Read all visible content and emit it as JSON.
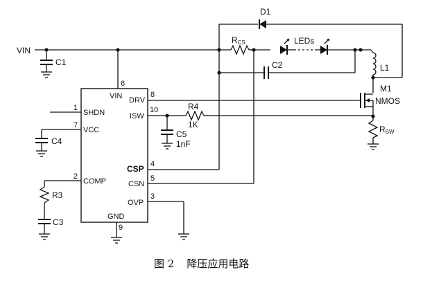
{
  "labels": {
    "vin": "VIN",
    "c1": "C1",
    "c2": "C2",
    "c3": "C3",
    "c4": "C4",
    "c5": "C5",
    "c5_value": "1nF",
    "r3": "R3",
    "r4": "R4",
    "r4_value": "1K",
    "rcs_main": "R",
    "rcs_sub": "CS",
    "rsw_main": "R",
    "rsw_sub": "SW",
    "d1": "D1",
    "leds": "LEDs",
    "l1": "L1",
    "m1": "M1",
    "nmos": "NMOS"
  },
  "ic": {
    "pins": {
      "vin": {
        "number": "6",
        "name": "VIN"
      },
      "shdn": {
        "number": "1",
        "name": "SHDN"
      },
      "vcc": {
        "number": "7",
        "name": "VCC"
      },
      "comp": {
        "number": "2",
        "name": "COMP"
      },
      "gnd": {
        "number": "9",
        "name": "GND"
      },
      "drv": {
        "number": "8",
        "name": "DRV"
      },
      "isw": {
        "number": "10",
        "name": "ISW"
      },
      "csp": {
        "number": "4",
        "name": "CSP"
      },
      "csn": {
        "number": "5",
        "name": "CSN"
      },
      "ovp": {
        "number": "3",
        "name": "OVP"
      }
    }
  },
  "caption": {
    "figure_number": "图 2",
    "title": "降压应用电路"
  }
}
